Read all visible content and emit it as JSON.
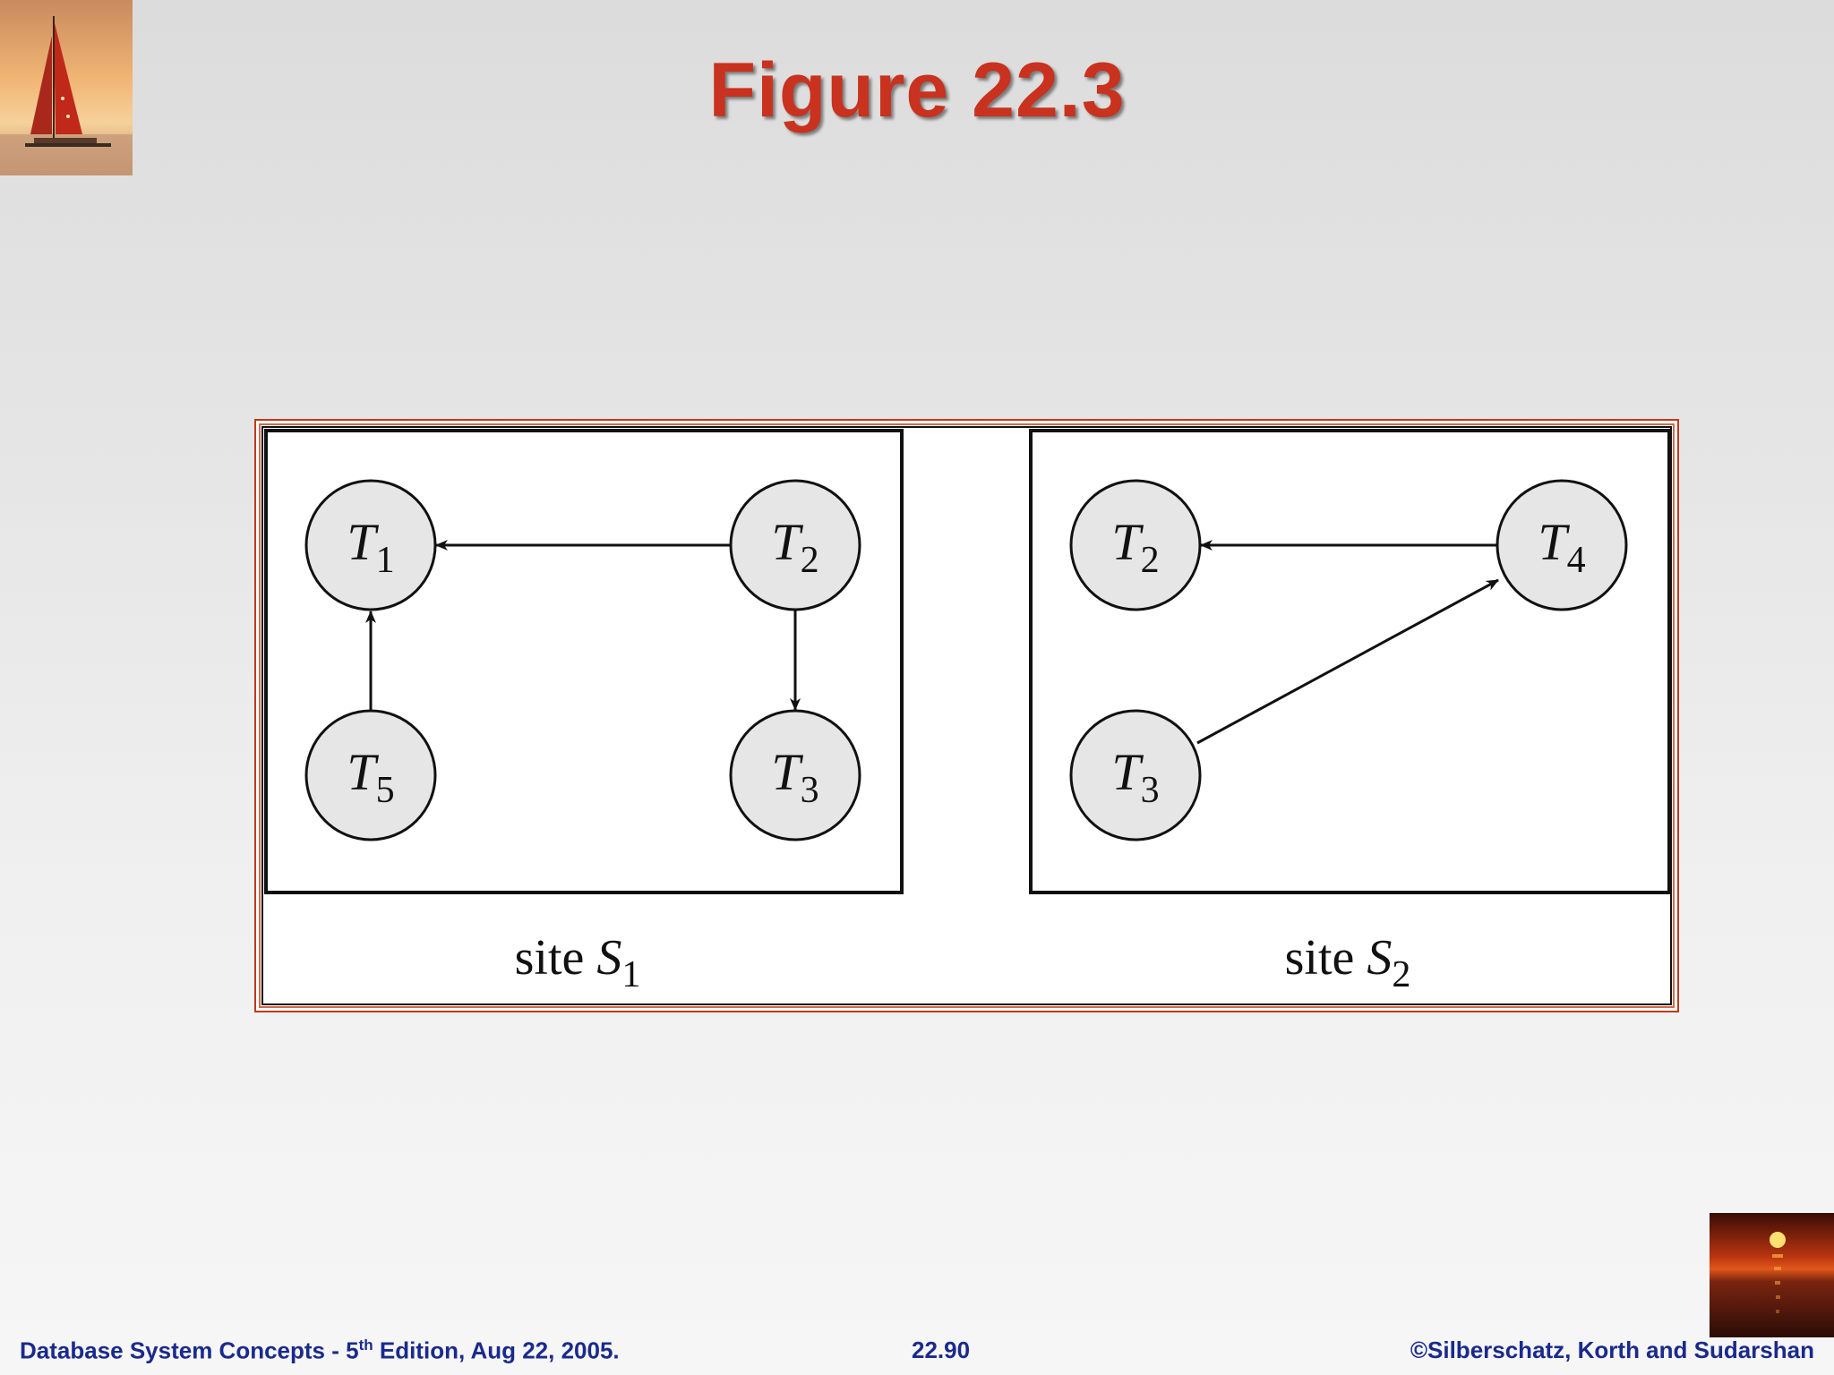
{
  "title": "Figure 22.3",
  "figure": {
    "sites": [
      {
        "label_prefix": "site ",
        "label_symbol": "S",
        "label_sub": "1",
        "nodes": [
          {
            "id": "T1",
            "letter": "T",
            "sub": "1"
          },
          {
            "id": "T2",
            "letter": "T",
            "sub": "2"
          },
          {
            "id": "T5",
            "letter": "T",
            "sub": "5"
          },
          {
            "id": "T3",
            "letter": "T",
            "sub": "3"
          }
        ],
        "edges": [
          {
            "from": "T2",
            "to": "T1"
          },
          {
            "from": "T5",
            "to": "T1"
          },
          {
            "from": "T2",
            "to": "T3"
          }
        ]
      },
      {
        "label_prefix": "site ",
        "label_symbol": "S",
        "label_sub": "2",
        "nodes": [
          {
            "id": "T2",
            "letter": "T",
            "sub": "2"
          },
          {
            "id": "T4",
            "letter": "T",
            "sub": "4"
          },
          {
            "id": "T3",
            "letter": "T",
            "sub": "3"
          }
        ],
        "edges": [
          {
            "from": "T4",
            "to": "T2"
          },
          {
            "from": "T3",
            "to": "T4"
          }
        ]
      }
    ]
  },
  "footer": {
    "book_pre": "Database System Concepts - 5",
    "book_sup": "th",
    "book_post": " Edition, Aug 22,  2005.",
    "page": "22.90",
    "copyright": "©Silberschatz, Korth and Sudarshan"
  },
  "colors": {
    "title": "#c8321e",
    "footer_text": "#1a2a8c",
    "frame_border": "#c0391b",
    "node_fill": "#e6e6e6"
  },
  "icons": [
    "sailboat-logo",
    "sunset-logo"
  ]
}
